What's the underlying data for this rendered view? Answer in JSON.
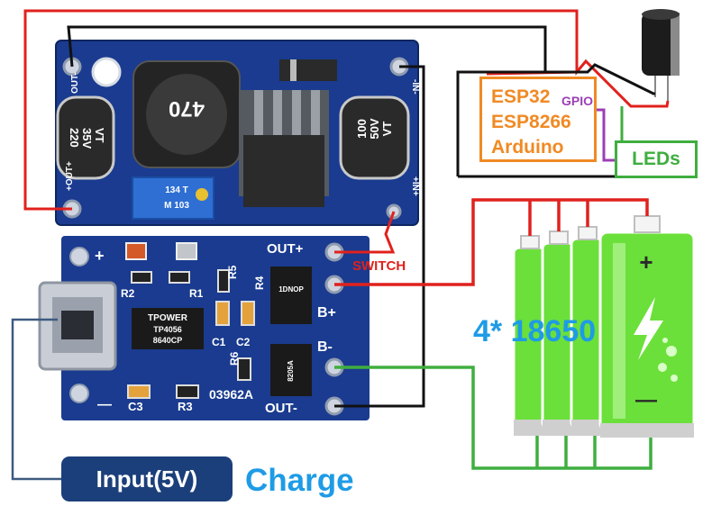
{
  "colors": {
    "pcb_blue": "#1a3b8f",
    "wire_red": "#e0211d",
    "wire_black": "#111111",
    "wire_green": "#3fae3f",
    "wire_purple": "#9b3fb5",
    "accent_orange": "#f08a24",
    "accent_blue": "#1e9be6",
    "battery_green": "#6be03a"
  },
  "boost_module": {
    "pin_out_minus": "OUT-",
    "pin_out_plus": "+OUT+",
    "pin_in_minus": "-IN-",
    "pin_in_plus": "+IN+",
    "cap_left_value": "220",
    "cap_left_voltage": "35V",
    "cap_left_type": "VT",
    "cap_right_value": "100",
    "cap_right_voltage": "50V",
    "cap_right_type": "VT",
    "inductor_marking": "470",
    "pot_marking": "134 T",
    "pot_marking_2": "M 103"
  },
  "charger_module": {
    "pin_out_plus": "OUT+",
    "pin_b_plus": "B+",
    "pin_b_minus": "B-",
    "pin_out_minus": "OUT-",
    "plus_mark": "+",
    "minus_mark": "—",
    "ref_r2": "R2",
    "ref_r1": "R1",
    "ref_r5": "R5",
    "ref_r4": "R4",
    "ref_c1": "C1",
    "ref_c2": "C2",
    "ref_r6": "R6",
    "ref_c3": "C3",
    "ref_r3": "R3",
    "board_code": "03962A",
    "ic_brand": "TPOWER",
    "ic_part": "TP4056",
    "ic_code": "8640CP",
    "mosfet_marking": "1DNOP",
    "dw01_marking": "8205A"
  },
  "labels": {
    "switch": "SWITCH",
    "input": "Input(5V)",
    "charge": "Charge",
    "gpio": "GPIO",
    "leds": "LEDs",
    "battery": "4* 18650",
    "battery_plus": "+",
    "battery_minus": "—"
  },
  "mcu": {
    "lines": [
      "ESP32",
      "ESP8266",
      "Arduino"
    ]
  },
  "icons": [
    "micro-usb-port-icon",
    "capacitor-icon",
    "battery-icon",
    "lightning-bolt-icon"
  ]
}
